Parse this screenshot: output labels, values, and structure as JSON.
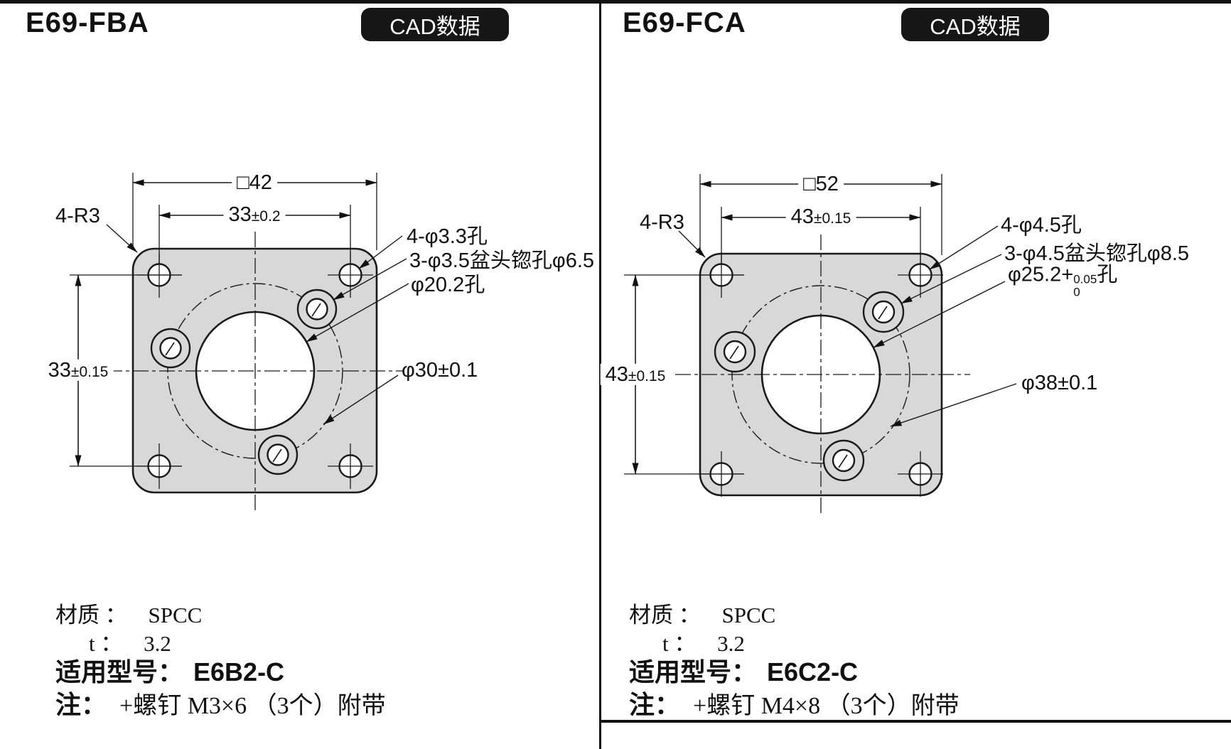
{
  "panels": [
    {
      "model": "E69-FBA",
      "badge": "CAD数据",
      "dims": {
        "outer_square": "□42",
        "hole_pitch_h_value": "33",
        "hole_pitch_h_tol": "±0.2",
        "hole_pitch_v_value": "33",
        "hole_pitch_v_tol": "±0.15",
        "corner_radius": "4-R3"
      },
      "callouts": {
        "corner_holes": "4-φ3.3孔",
        "counterbore_holes": "3-φ3.5盆头锪孔φ6.5",
        "center_hole_prefix": "φ20.2",
        "center_hole_tol_sup": "",
        "center_hole_tol_sub": "",
        "center_hole_suffix": "孔",
        "bolt_circle": "φ30±0.1"
      },
      "notes": {
        "material_label": "材质 ：",
        "material_value": "SPCC",
        "thickness_label": "t ：",
        "thickness_value": "3.2",
        "applicable_label": "适用型号：",
        "applicable_value": "E6B2-C",
        "note_label": "注：",
        "note_value": "+螺钉 M3×6 （3个）附带"
      }
    },
    {
      "model": "E69-FCA",
      "badge": "CAD数据",
      "dims": {
        "outer_square": "□52",
        "hole_pitch_h_value": "43",
        "hole_pitch_h_tol": "±0.15",
        "hole_pitch_v_value": "43",
        "hole_pitch_v_tol": "±0.15",
        "corner_radius": "4-R3"
      },
      "callouts": {
        "corner_holes": "4-φ4.5孔",
        "counterbore_holes": "3-φ4.5盆头锪孔φ8.5",
        "center_hole_prefix": "φ25.2+",
        "center_hole_tol_sup": "0.05",
        "center_hole_tol_sub": "0",
        "center_hole_suffix": "孔",
        "bolt_circle": "φ38±0.1"
      },
      "notes": {
        "material_label": "材质 ：",
        "material_value": "SPCC",
        "thickness_label": "t ：",
        "thickness_value": "3.2",
        "applicable_label": "适用型号：",
        "applicable_value": "E6C2-C",
        "note_label": "注：",
        "note_value": "+螺钉 M4×8 （3个）附带"
      }
    }
  ]
}
